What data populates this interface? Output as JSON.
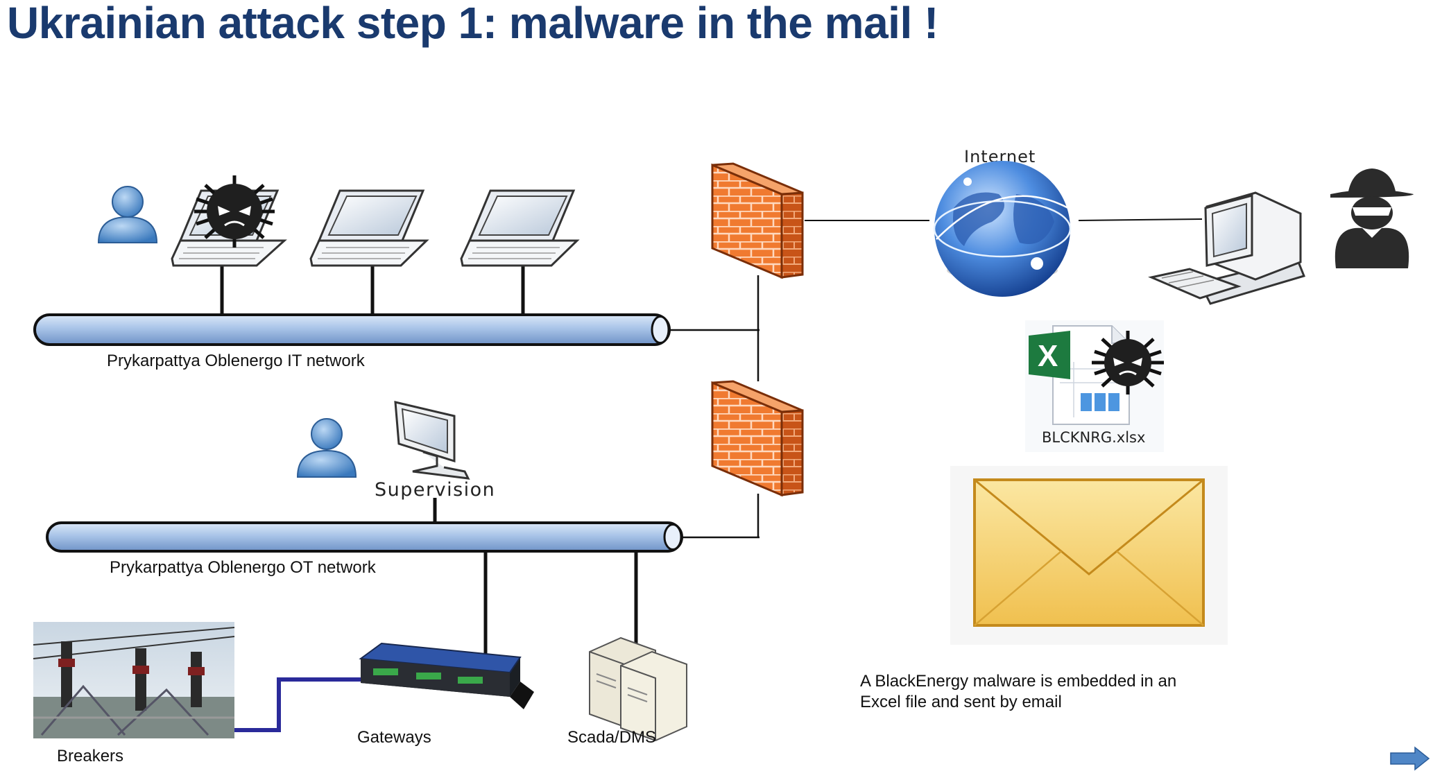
{
  "title": "Ukrainian attack step 1: malware in the mail !",
  "labels": {
    "internet": "Internet",
    "it_network": "Prykarpattya Oblenergo IT network",
    "ot_network": "Prykarpattya Oblenergo OT network",
    "supervision": "Supervision",
    "attachment": "BLCKNRG.xlsx",
    "breakers": "Breakers",
    "gateways": "Gateways",
    "scada": "Scada/DMS",
    "description_line1": "A BlackEnergy malware is embedded in an",
    "description_line2": "Excel file and sent by email"
  },
  "icons": [
    "user-icon",
    "malware-icon",
    "laptop-icon",
    "firewall-icon",
    "globe-icon",
    "desktop-computer-icon",
    "hacker-icon",
    "excel-file-icon",
    "envelope-icon",
    "monitor-icon",
    "substation-breakers-image",
    "gateway-device-icon",
    "server-icon",
    "next-arrow-icon"
  ],
  "colors": {
    "title": "#1a3a6e",
    "pipe": "#a9c4e8",
    "firewall": "#f07a30",
    "envelope": "#f3cf6a",
    "link": "#2a2a9a"
  }
}
